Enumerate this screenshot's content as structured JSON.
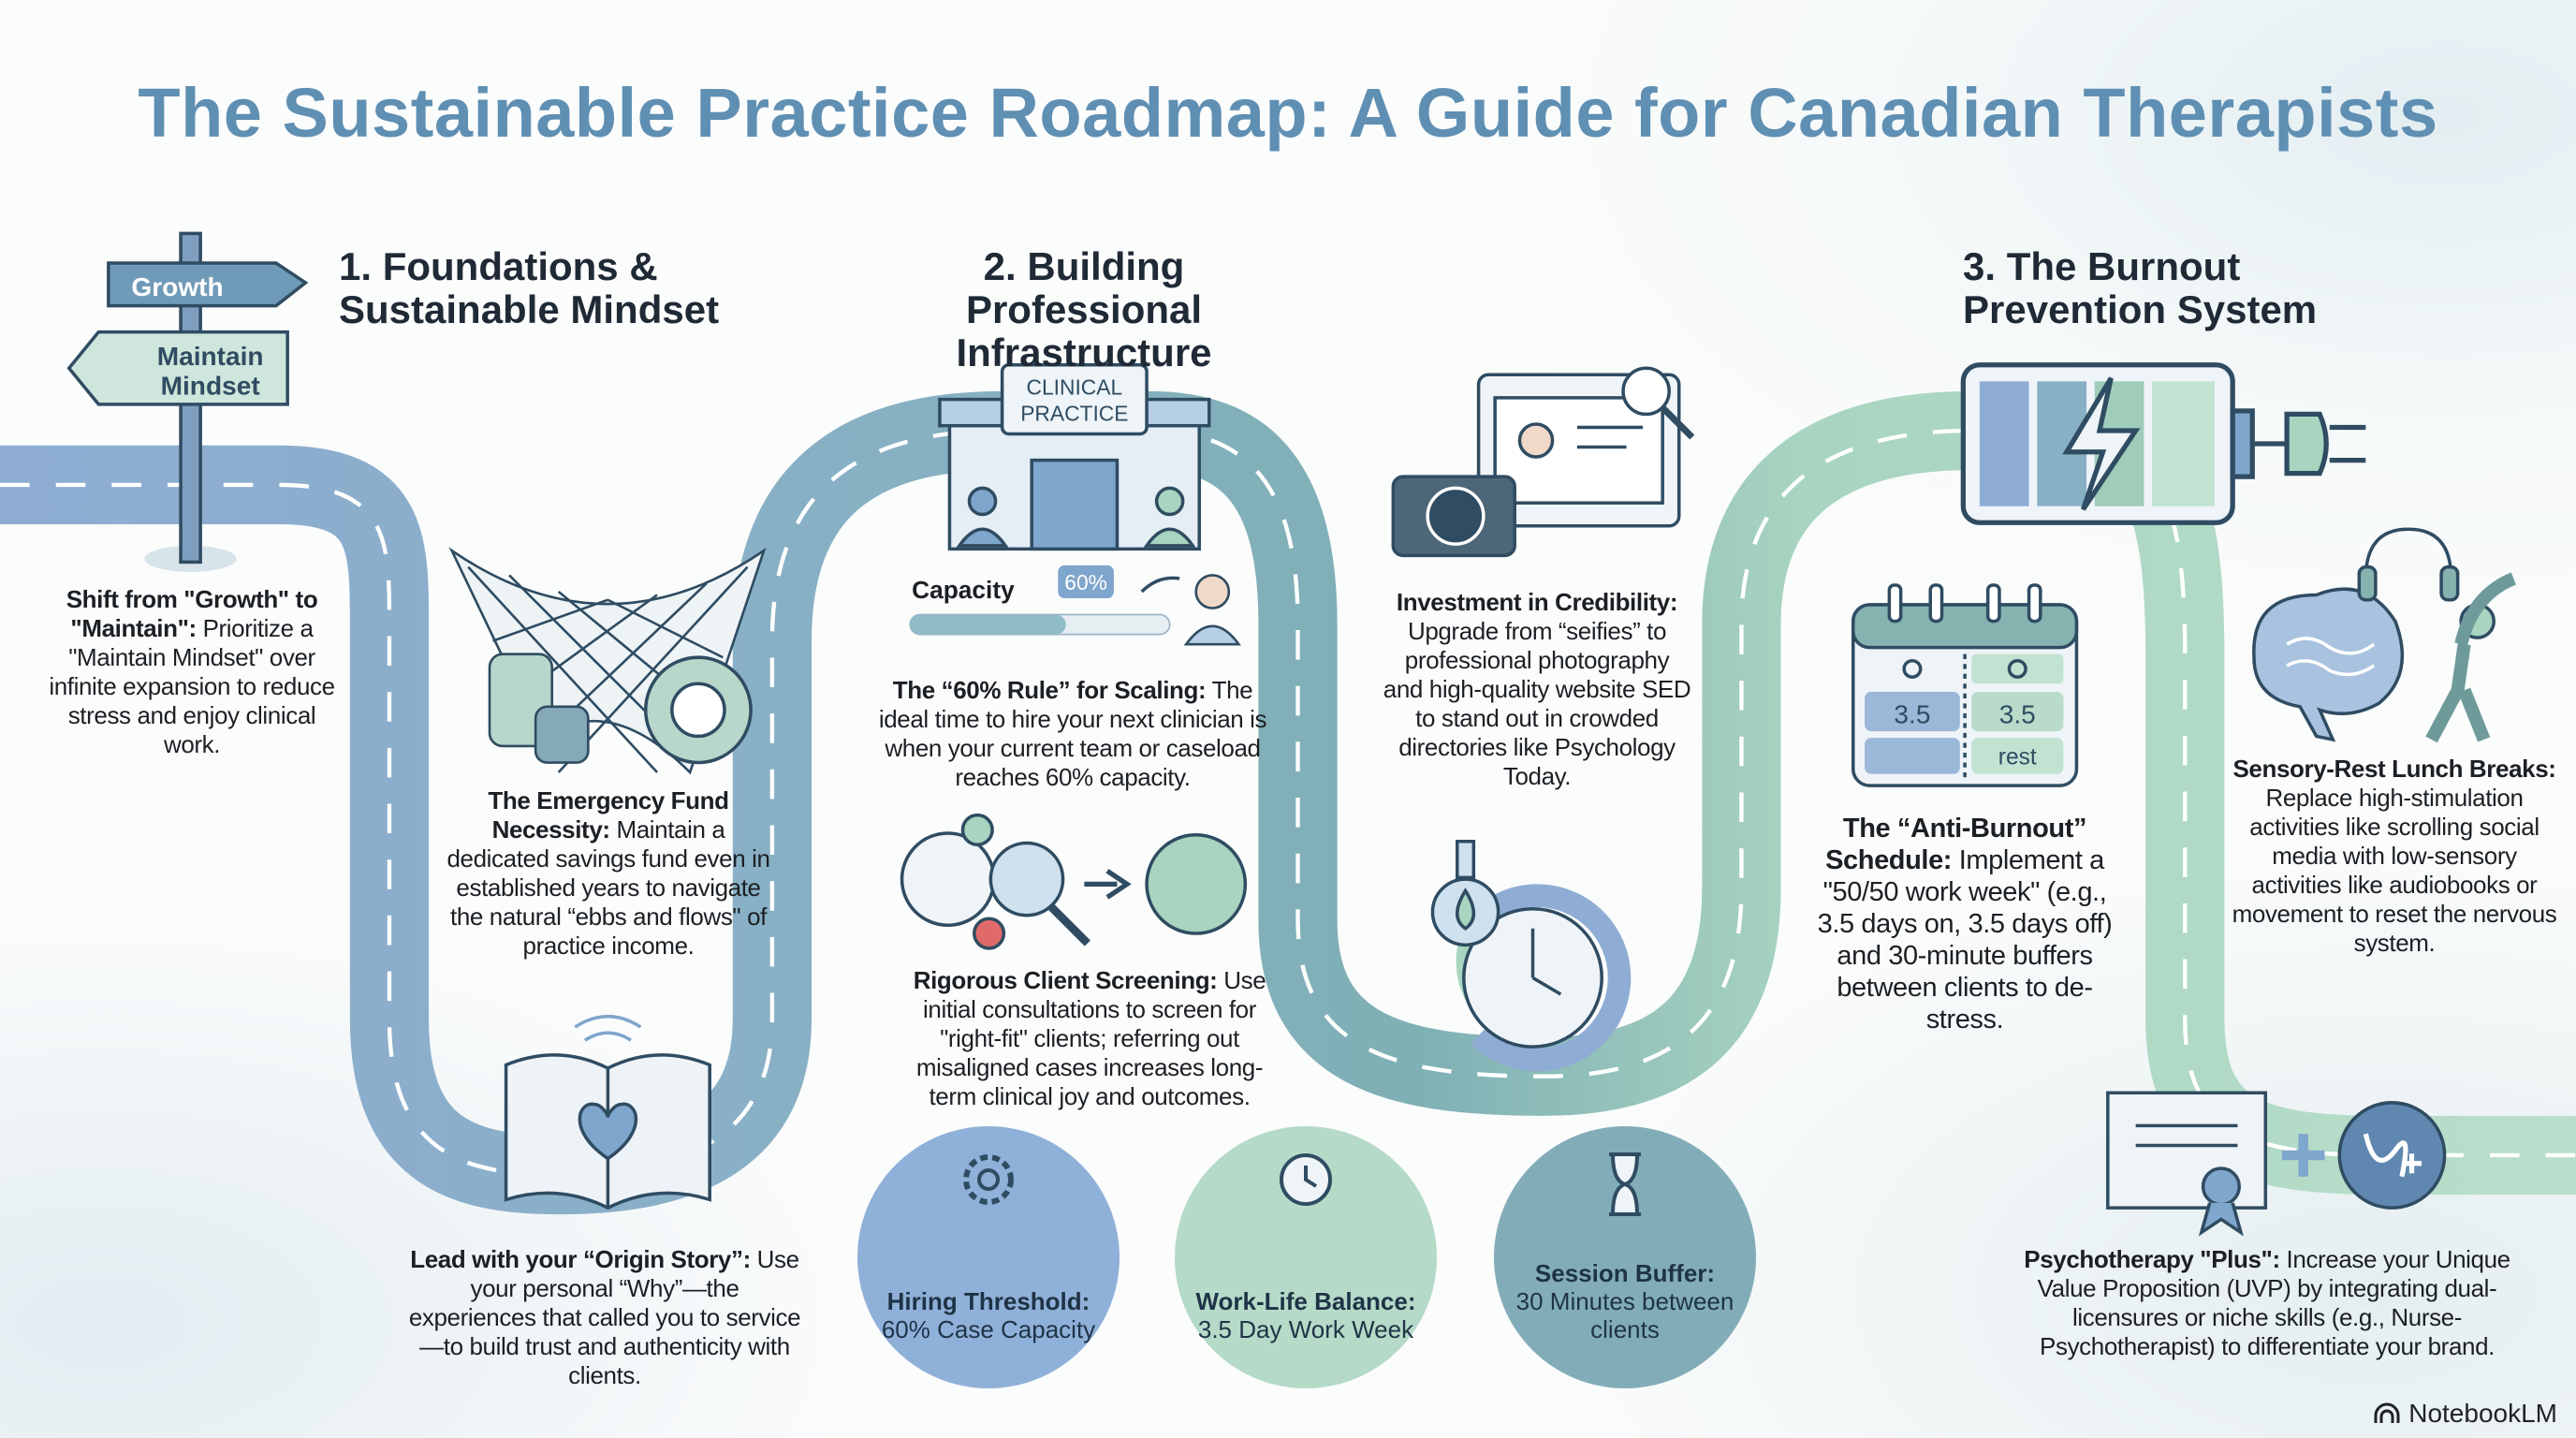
{
  "title": "The Sustainable Practice Roadmap: A Guide for Canadian Therapists",
  "sections": [
    {
      "heading_line1": "1. Foundations &",
      "heading_line2": "Sustainable Mindset"
    },
    {
      "heading_line1": "2. Building Professional",
      "heading_line2": "Infrastructure"
    },
    {
      "heading_line1": "3. The Burnout",
      "heading_line2": "Prevention System"
    }
  ],
  "signpost": {
    "top": "Growth",
    "bottom_line1": "Maintain",
    "bottom_line2": "Mindset"
  },
  "building": {
    "line1": "CLINICAL",
    "line2": "PRACTICE"
  },
  "capacity": {
    "label": "Capacity",
    "value_label": "60%",
    "fill_percent": 60
  },
  "calendar": {
    "work_value": "3.5",
    "rest_value": "3.5",
    "rest_label": "rest"
  },
  "items": {
    "shift": {
      "bold": "Shift from \"Growth\" to \"Maintain\":",
      "text": " Prioritize a \"Maintain Mindset\" over infinite expansion to reduce stress and enjoy clinical work."
    },
    "emergency": {
      "bold": "The Emergency Fund Necessity:",
      "text": " Maintain a dedicated savings fund even in established years to navigate the natural “ebbs and flows\" of practice income."
    },
    "origin": {
      "bold": "Lead with your “Origin Story”:",
      "text": " Use your personal “Why”—the experiences that called you to service—to build trust and authenticity with clients."
    },
    "rule60": {
      "bold": "The “60% Rule” for Scaling:",
      "text": " The ideal time to hire your next clinician is when your current team or caseload reaches 60% capacity."
    },
    "screening": {
      "bold": "Rigorous Client Screening:",
      "text": " Use initial consultations to screen for \"right-fit\" clients; referring out misaligned cases increases long-term clinical joy and outcomes."
    },
    "credibility": {
      "bold": "Investment in Credibility:",
      "text": " Upgrade from “seifies” to professional photography and high-quality website SED to stand out in crowded directories like Psychology Today."
    },
    "antiburnout": {
      "bold": "The “Anti-Burnout” Schedule:",
      "text": " Implement a \"50/50 work week\" (e.g., 3.5 days on, 3.5 days off) and 30-minute buffers between clients to de-stress."
    },
    "sensory": {
      "bold": "Sensory-Rest Lunch Breaks:",
      "text": " Replace high-stimulation activities like scrolling social media with low-sensory activities like audiobooks or movement to reset the nervous system."
    },
    "plus": {
      "bold": "Psychotherapy \"Plus\":",
      "text": " Increase your Unique Value Proposition (UVP) by integrating dual-licensures or niche skills (e.g., Nurse-Psychotherapist) to differentiate your brand."
    }
  },
  "stats": [
    {
      "bold": "Hiring Threshold:",
      "text": "60% Case Capacity",
      "color": "#8fb0d8"
    },
    {
      "bold": "Work-Life Balance:",
      "text": "3.5 Day Work Week",
      "color": "#b5dac8"
    },
    {
      "bold": "Session Buffer:",
      "text": "30 Minutes between clients",
      "color": "#82adb8"
    }
  ],
  "brand": "NotebookLM",
  "colors": {
    "title": "#5f8fb3",
    "road_blue": "#8eaed3",
    "road_teal": "#7fb0b8",
    "road_green": "#b2d9c6",
    "ink": "#2f4c62"
  }
}
